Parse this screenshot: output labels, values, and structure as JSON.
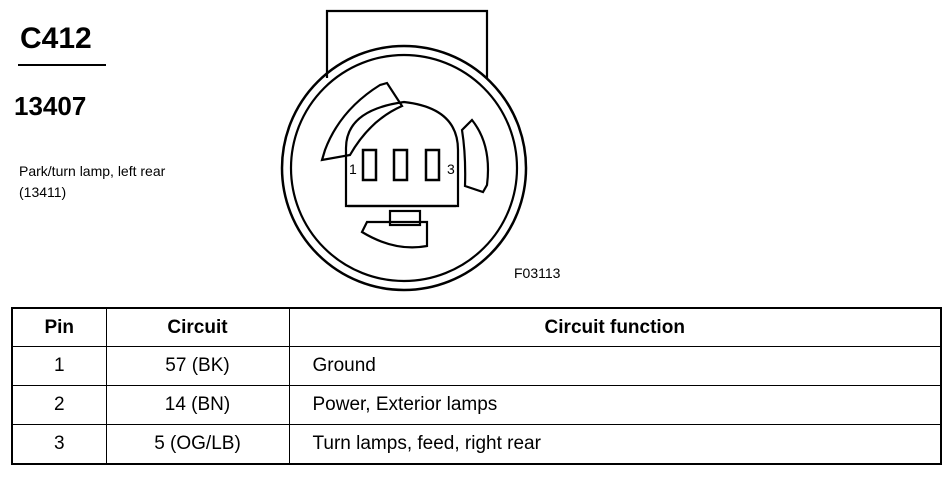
{
  "connector": {
    "id": "C412",
    "part_number": "13407",
    "description": "Park/turn lamp, left rear (13411)",
    "pin_label_left": "1",
    "pin_label_right": "3",
    "figure_code": "F03113"
  },
  "table": {
    "headers": {
      "pin": "Pin",
      "circuit": "Circuit",
      "function": "Circuit function"
    },
    "rows": [
      {
        "pin": "1",
        "circuit": "57 (BK)",
        "function": "Ground"
      },
      {
        "pin": "2",
        "circuit": "14 (BN)",
        "function": "Power, Exterior lamps"
      },
      {
        "pin": "3",
        "circuit": "5 (OG/LB)",
        "function": "Turn lamps, feed, right rear"
      }
    ]
  }
}
